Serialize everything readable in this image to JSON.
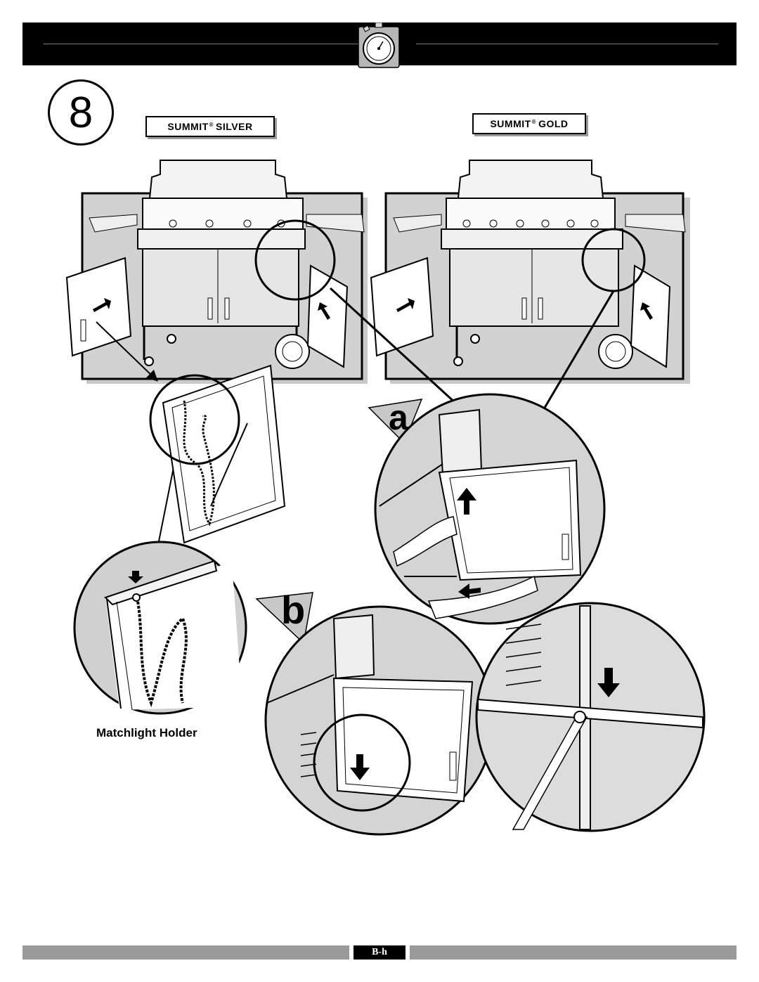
{
  "step": {
    "number": "8"
  },
  "models": {
    "silver": {
      "name": "SUMMIT",
      "mark": "®",
      "variant": "SILVER"
    },
    "gold": {
      "name": "SUMMIT",
      "mark": "®",
      "variant": "GOLD"
    }
  },
  "substeps": {
    "a": "a",
    "b": "b"
  },
  "captions": {
    "matchlight_holder": "Matchlight Holder"
  },
  "footer": {
    "page": "B-h"
  },
  "icons": {
    "header": "stopwatch-icon"
  }
}
